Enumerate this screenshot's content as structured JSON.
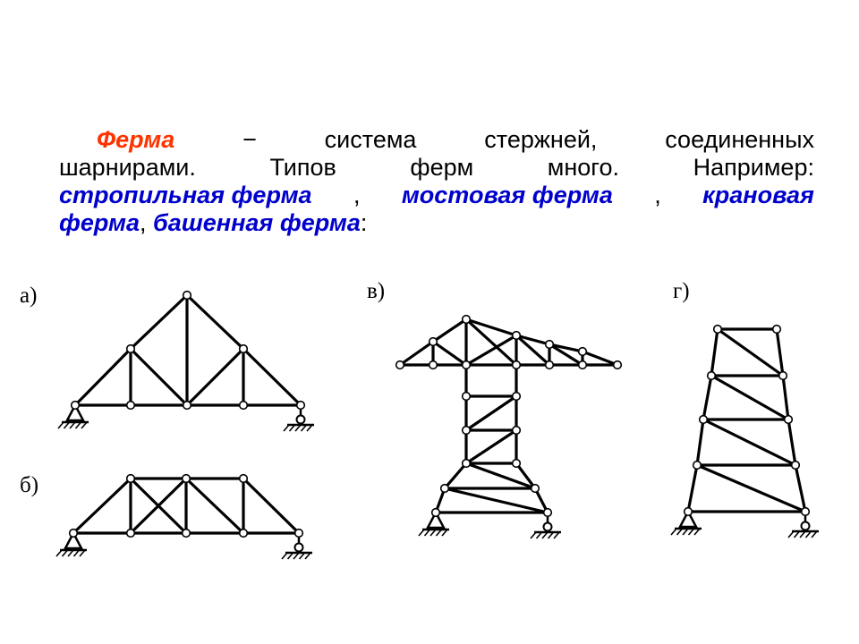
{
  "text": {
    "line1": [
      "Ферма",
      "−",
      "система",
      "стержней,",
      "соединенных"
    ],
    "line2": [
      "шарнирами.",
      "Типов",
      "ферм",
      "много.",
      "Например:"
    ],
    "line3": [
      {
        "t": "стропильная ферма",
        "style": "blue"
      },
      {
        "t": ",",
        "style": ""
      },
      {
        "t": "мостовая ферма",
        "style": "blue"
      },
      {
        "t": ",",
        "style": ""
      },
      {
        "t": "крановая",
        "style": "blue"
      }
    ],
    "line4": [
      {
        "t": "ферма",
        "style": "blue"
      },
      {
        "t": ", ",
        "style": ""
      },
      {
        "t": "башенная ферма",
        "style": "blue"
      },
      {
        "t": ":",
        "style": ""
      }
    ]
  },
  "labels": {
    "a": "а)",
    "b": "б)",
    "v": "в)",
    "g": "г)"
  },
  "colors": {
    "highlight_red": "#ff3300",
    "highlight_blue": "#0000cc",
    "ink": "#000000"
  }
}
